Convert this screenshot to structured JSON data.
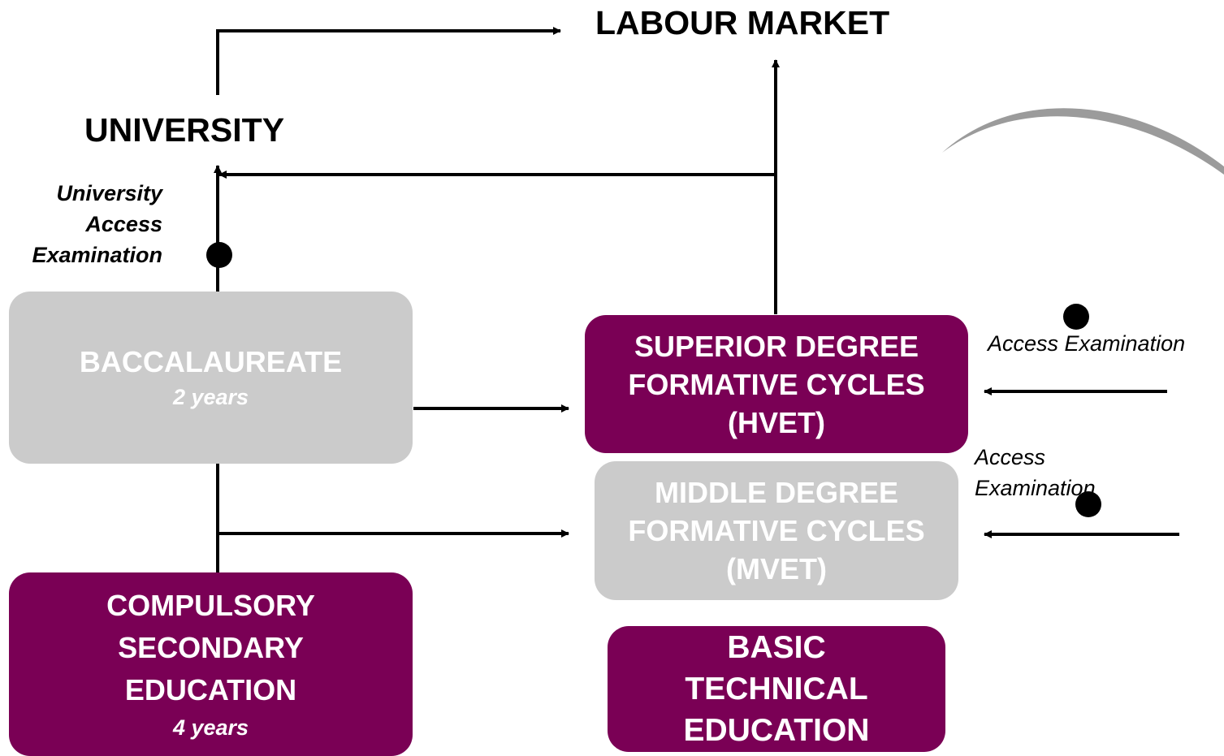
{
  "labour_market": "LABOUR MARKET",
  "university": "UNIVERSITY",
  "university_exam": [
    "University",
    "Access",
    "Examination"
  ],
  "baccalaureate": {
    "title": "BACCALAUREATE",
    "duration": "2 years"
  },
  "superior": {
    "lines": [
      "SUPERIOR DEGREE",
      "FORMATIVE CYCLES",
      "(HVET)"
    ]
  },
  "middle": {
    "lines": [
      "MIDDLE DEGREE",
      "FORMATIVE CYCLES",
      "(MVET)"
    ]
  },
  "compulsory": {
    "lines": [
      "COMPULSORY",
      "SECONDARY",
      "EDUCATION"
    ],
    "duration": "4 years"
  },
  "basic": {
    "lines": [
      "BASIC",
      "TECHNICAL",
      "EDUCATION"
    ]
  },
  "access_exam_upper": "Access Examination",
  "access_exam_lower": [
    "Access",
    "Examination"
  ],
  "colors": {
    "purple": "#7a0055",
    "grey": "#cbcbcb",
    "decor": "#8a8a8a"
  }
}
